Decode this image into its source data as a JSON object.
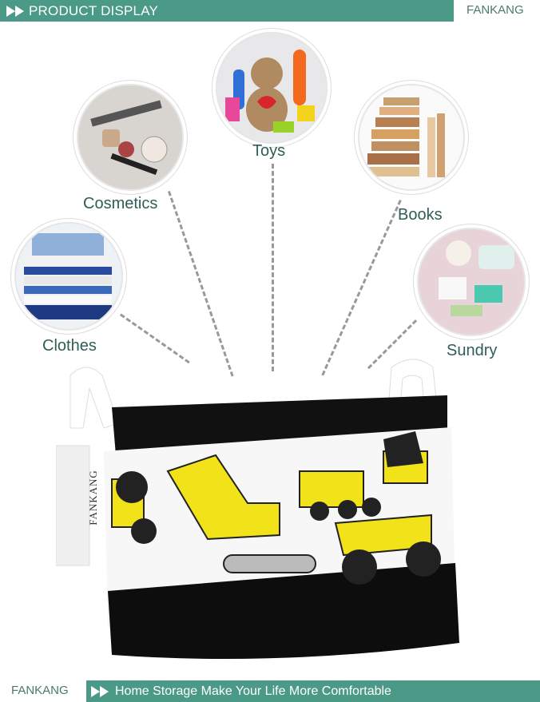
{
  "header": {
    "title": "PRODUCT DISPLAY",
    "brand": "FANKANG"
  },
  "footer": {
    "brand": "FANKANG",
    "tagline": "Home Storage Make Your Life More Comfortable"
  },
  "categories": [
    {
      "label": "Toys",
      "icon": "toys-image"
    },
    {
      "label": "Cosmetics",
      "icon": "cosmetics-image"
    },
    {
      "label": "Books",
      "icon": "books-image"
    },
    {
      "label": "Clothes",
      "icon": "clothes-image"
    },
    {
      "label": "Sundry",
      "icon": "sundry-image"
    }
  ],
  "product": {
    "tag_text": "FANKANG",
    "pattern": "construction vehicles",
    "colors": {
      "yellow": "#f2e21a",
      "black": "#111111",
      "teal": "#4a9a87"
    }
  }
}
